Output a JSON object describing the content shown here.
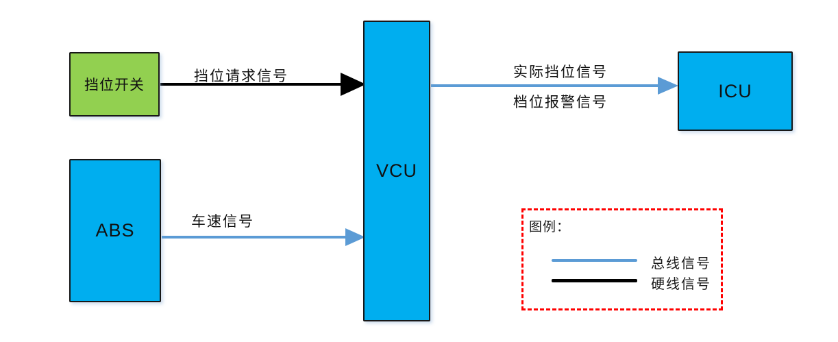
{
  "diagram": {
    "nodes": {
      "gear_switch": {
        "label": "挡位开关",
        "fill": "#92D050"
      },
      "abs": {
        "label": "ABS",
        "fill": "#00AEEF"
      },
      "vcu": {
        "label": "VCU",
        "fill": "#00AEEF"
      },
      "icu": {
        "label": "ICU",
        "fill": "#00AEEF"
      }
    },
    "edges": [
      {
        "from": "gear_switch",
        "to": "vcu",
        "label": "挡位请求信号",
        "type": "hardwire",
        "color": "#000000"
      },
      {
        "from": "abs",
        "to": "vcu",
        "label": "车速信号",
        "type": "bus",
        "color": "#5B9BD5"
      },
      {
        "from": "vcu",
        "to": "icu",
        "labels": [
          "实际挡位信号",
          "档位报警信号"
        ],
        "type": "bus",
        "color": "#5B9BD5"
      }
    ],
    "legend": {
      "title": "图例：",
      "border_color": "#FF0000",
      "items": [
        {
          "label": "总线信号",
          "color": "#5B9BD5"
        },
        {
          "label": "硬线信号",
          "color": "#000000"
        }
      ]
    }
  }
}
